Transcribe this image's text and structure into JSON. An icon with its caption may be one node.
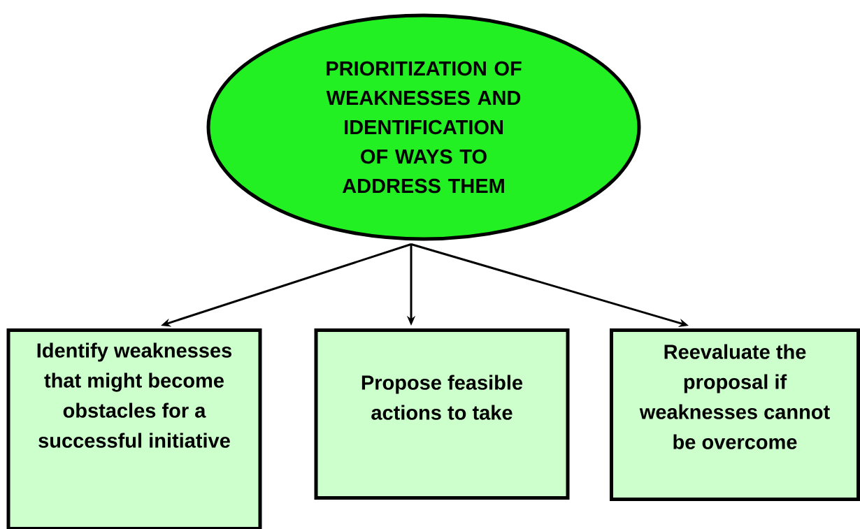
{
  "diagram": {
    "nodes": [
      {
        "text": [
          "PRIORITIZATION OF WEAKNESSES AND IDENTIFICATION OF WAYS TO ADDRESS THEM"
        ]
      },
      {
        "text": [
          "Identify weaknesses that might become obstacles for a successful initiative"
        ]
      },
      {
        "text": [
          "Propose feasible actions to take"
        ]
      },
      {
        "text": [
          "Reevaluate the proposal if weaknesses cannot be overcome"
        ]
      }
    ],
    "edges": [
      {
        "from": 0,
        "to": 1,
        "arrow": "to"
      },
      {
        "from": 0,
        "to": 2,
        "arrow": "to"
      },
      {
        "from": 0,
        "to": 3,
        "arrow": "to"
      }
    ]
  }
}
